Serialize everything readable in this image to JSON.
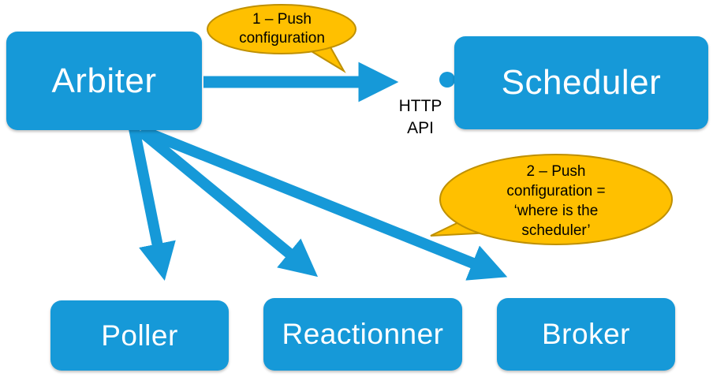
{
  "diagram": {
    "nodes": {
      "arbiter": {
        "label": "Arbiter"
      },
      "scheduler": {
        "label": "Scheduler"
      },
      "poller": {
        "label": "Poller"
      },
      "reactionner": {
        "label": "Reactionner"
      },
      "broker": {
        "label": "Broker"
      }
    },
    "callouts": {
      "push_config_1": {
        "lines": [
          "1 – Push",
          "configuration"
        ]
      },
      "push_config_2": {
        "lines": [
          "2 – Push",
          "configuration =",
          "‘where is the",
          "scheduler’"
        ]
      }
    },
    "labels": {
      "http": "HTTP",
      "api": "API"
    },
    "colors": {
      "node_blue": "#1699D8",
      "arrow_blue": "#1699D8",
      "callout_gold": "#FFC000",
      "callout_border": "#BF9000",
      "node_text": "#FFFFFF",
      "callout_text": "#000000"
    }
  }
}
